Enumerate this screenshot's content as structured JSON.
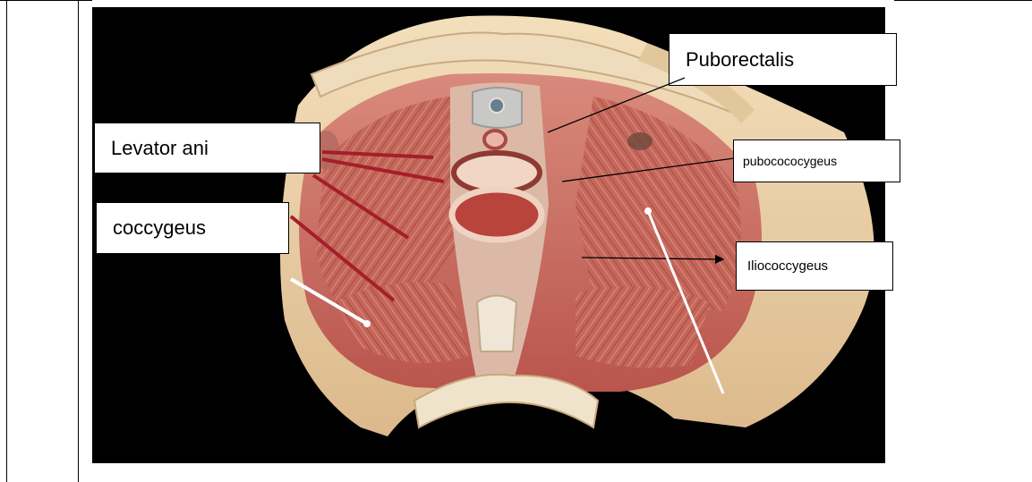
{
  "diagram": {
    "labels": {
      "puborectalis": "Puborectalis",
      "levator_ani": "Levator ani",
      "pubococcygeus": "pubocococygeus",
      "coccygeus": "coccygeus",
      "iliococcygeus": "Iliococcygeus"
    },
    "colors": {
      "background": "#000000",
      "bone": "#e9cfa4",
      "muscle": "#c9685c",
      "muscle_dark": "#a84a43",
      "fascia": "#ddc9b6",
      "pointer_red": "#a51e2a",
      "pointer_white": "#ffffff"
    }
  }
}
